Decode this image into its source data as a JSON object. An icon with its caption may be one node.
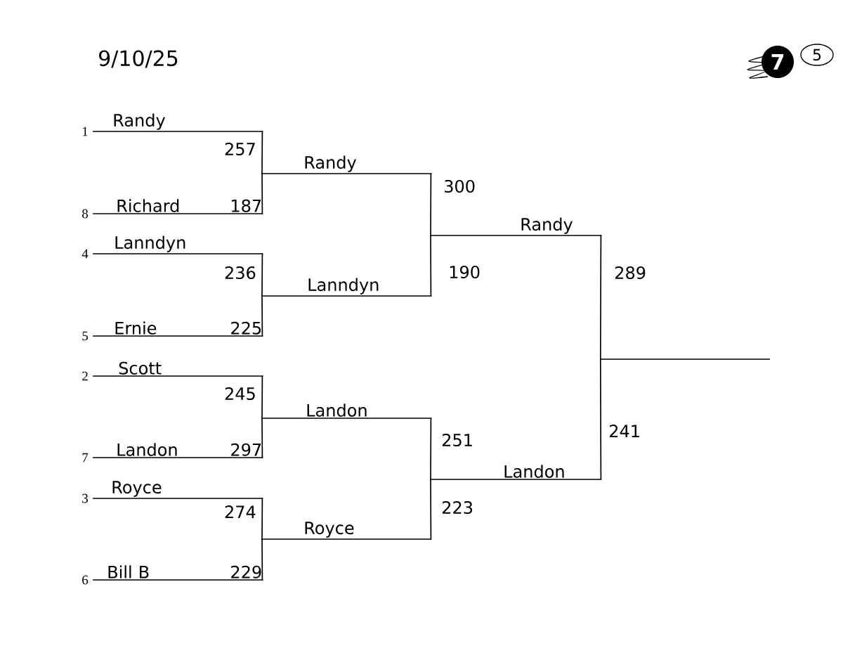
{
  "diagram": {
    "nodes": [
      {
        "text": [
          "7"
        ]
      },
      {
        "text": [
          "5"
        ]
      },
      {
        "text": [
          "Randy"
        ],
        "beside": [
          "1",
          "257"
        ]
      },
      {
        "text": [
          "Richard",
          "187"
        ],
        "beside": [
          "8"
        ]
      },
      {
        "text": [
          "Lanndyn"
        ],
        "beside": [
          "4",
          "236"
        ]
      },
      {
        "text": [
          "Ernie",
          "225"
        ],
        "beside": [
          "5"
        ]
      },
      {
        "text": [
          "Scott"
        ],
        "beside": [
          "2",
          "245"
        ]
      },
      {
        "text": [
          "Landon",
          "297"
        ],
        "beside": [
          "7"
        ]
      },
      {
        "text": [
          "Royce"
        ],
        "beside": [
          "3",
          "274"
        ]
      },
      {
        "text": [
          "Bill B",
          "229"
        ],
        "beside": [
          "6"
        ]
      },
      {
        "text": [
          "Randy"
        ],
        "beside": [
          "300"
        ]
      },
      {
        "text": [
          "Lanndyn"
        ],
        "beside": [
          "190"
        ]
      },
      {
        "text": [
          "Landon"
        ],
        "beside": [
          "251"
        ]
      },
      {
        "text": [
          "Royce"
        ],
        "beside": [
          "223"
        ]
      },
      {
        "text": [
          "Randy"
        ],
        "beside": [
          "289"
        ]
      },
      {
        "text": [
          "Landon"
        ],
        "beside": [
          "241"
        ]
      },
      {
        "text": [],
        "shape": "line"
      }
    ],
    "edges": [
      {
        "from": 2,
        "to": 10,
        "arrow": "none"
      },
      {
        "from": 3,
        "to": 10,
        "arrow": "none"
      },
      {
        "from": 4,
        "to": 11,
        "arrow": "none"
      },
      {
        "from": 5,
        "to": 11,
        "arrow": "none"
      },
      {
        "from": 6,
        "to": 12,
        "arrow": "none"
      },
      {
        "from": 7,
        "to": 12,
        "arrow": "none"
      },
      {
        "from": 8,
        "to": 13,
        "arrow": "none"
      },
      {
        "from": 9,
        "to": 13,
        "arrow": "none"
      },
      {
        "from": 10,
        "to": 14,
        "arrow": "none"
      },
      {
        "from": 11,
        "to": 14,
        "arrow": "none"
      },
      {
        "from": 12,
        "to": 15,
        "arrow": "none"
      },
      {
        "from": 13,
        "to": 15,
        "arrow": "none"
      },
      {
        "from": 14,
        "to": 16,
        "arrow": "none"
      },
      {
        "from": 15,
        "to": 16,
        "arrow": "none"
      }
    ],
    "labels": [
      "9/10/25"
    ]
  }
}
